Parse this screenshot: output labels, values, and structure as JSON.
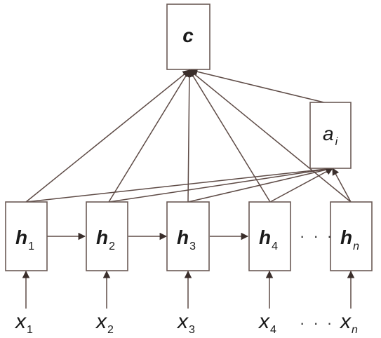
{
  "context": {
    "label": "c"
  },
  "attention": {
    "label": "a",
    "sub": "i"
  },
  "hidden": [
    {
      "label": "h",
      "sub": "1"
    },
    {
      "label": "h",
      "sub": "2"
    },
    {
      "label": "h",
      "sub": "3"
    },
    {
      "label": "h",
      "sub": "4"
    },
    {
      "label": "h",
      "sub": "n"
    }
  ],
  "inputs": [
    {
      "label": "x",
      "sub": "1"
    },
    {
      "label": "x",
      "sub": "2"
    },
    {
      "label": "x",
      "sub": "3"
    },
    {
      "label": "x",
      "sub": "4"
    },
    {
      "label": "x",
      "sub": "n"
    }
  ],
  "ellipsis": "· · ·"
}
